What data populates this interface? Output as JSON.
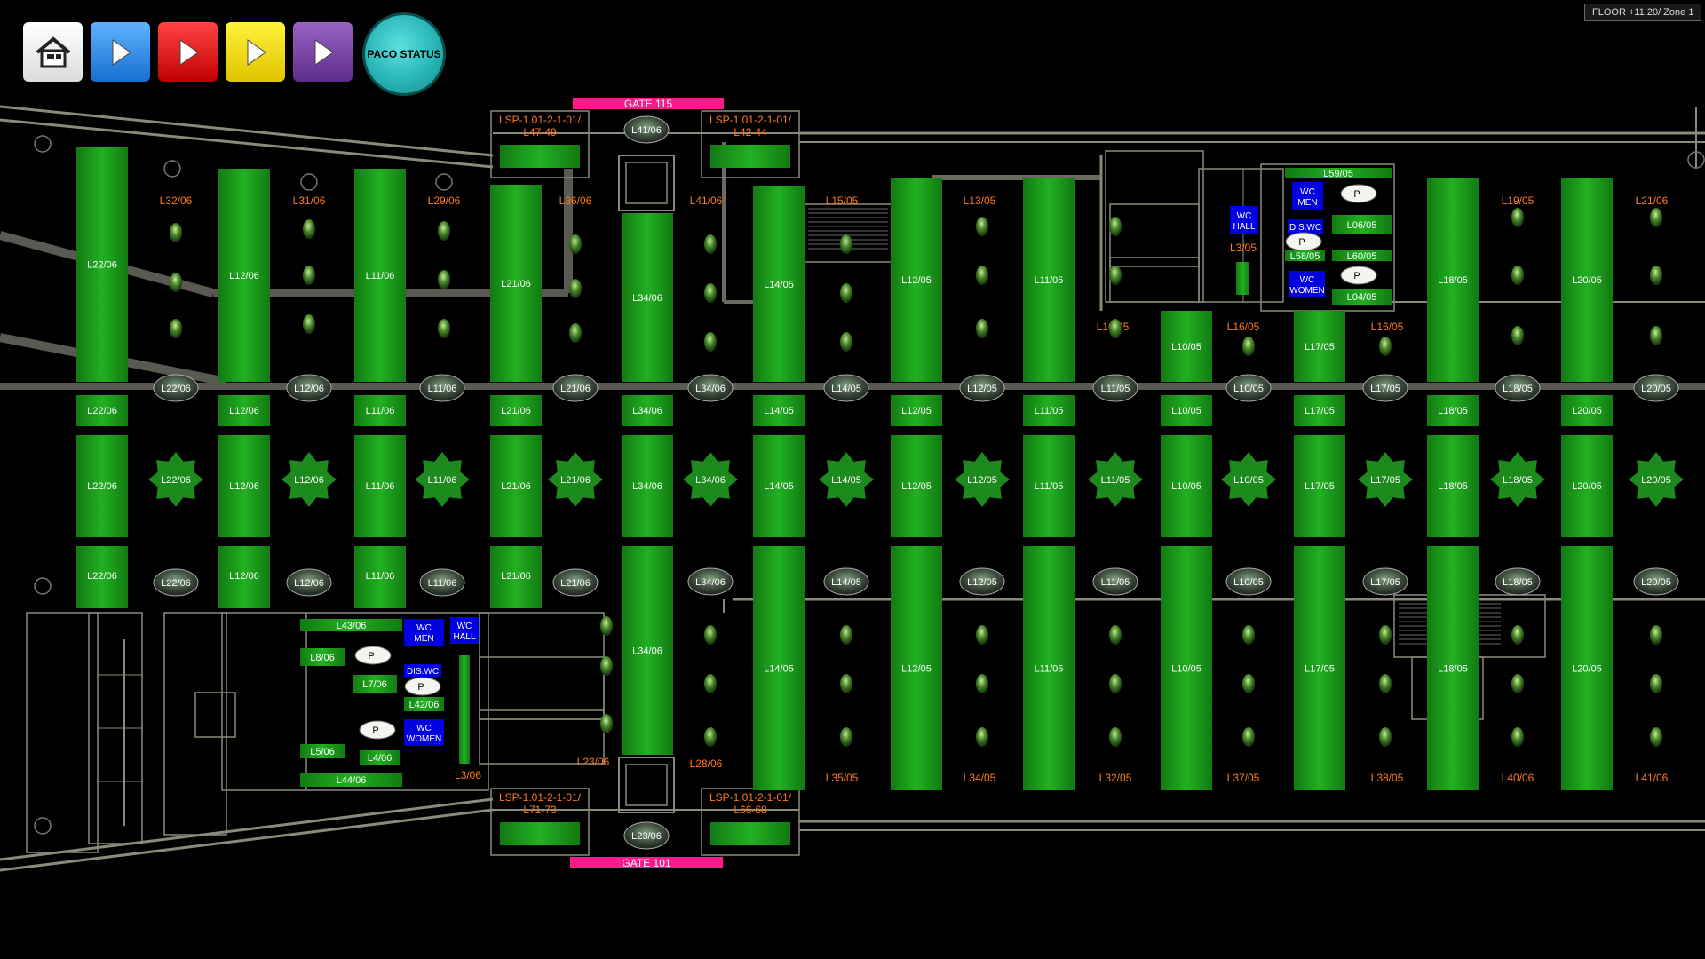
{
  "nav": {
    "paco_status": "PACO STATUS",
    "floor": "FLOOR +11.20/ Zone 1"
  },
  "gates": {
    "top": "GATE 115",
    "bottom": "GATE 101"
  },
  "lsp": {
    "top_left": [
      "LSP-1.01-2-1-01/",
      "L47-49"
    ],
    "top_right": [
      "LSP-1.01-2-1-01/",
      "L42-44"
    ],
    "bottom_left": [
      "LSP-1.01-2-1-01/",
      "L71-73"
    ],
    "bottom_right": [
      "LSP-1.01-2-1-01/",
      "L66-68"
    ]
  },
  "elevator_pods": {
    "top": "L41/06",
    "bottom": "L23/06"
  },
  "columns": [
    {
      "id": "L22/06",
      "top_orange": "L32/06",
      "bottom_orange": ""
    },
    {
      "id": "L12/06",
      "top_orange": "L31/06",
      "bottom_orange": ""
    },
    {
      "id": "L11/06",
      "top_orange": "L29/06",
      "bottom_orange": ""
    },
    {
      "id": "L21/06",
      "top_orange": "L36/06",
      "bottom_orange": ""
    },
    {
      "id": "L34/06",
      "top_orange": "L41/06",
      "bottom_orange": "L28/06"
    },
    {
      "id": "L14/05",
      "top_orange": "L15/05",
      "bottom_orange": "L35/05"
    },
    {
      "id": "L12/05",
      "top_orange": "L13/05",
      "bottom_orange": "L34/05"
    },
    {
      "id": "L11/05",
      "top_orange": "",
      "bottom_orange": "L32/05"
    },
    {
      "id": "L10/05",
      "top_orange": "L16/05",
      "bottom_orange": "L37/05"
    },
    {
      "id": "L17/05",
      "top_orange": "L16/05",
      "bottom_orange": "L38/05"
    },
    {
      "id": "L18/05",
      "top_orange": "L19/05",
      "bottom_orange": "L40/06"
    },
    {
      "id": "L20/05",
      "top_orange": "L21/06",
      "bottom_orange": "L41/06"
    }
  ],
  "extra_orange": {
    "l16_left": "L16/05",
    "l3_05": "L3/05",
    "l23_06": "L23/06",
    "l3_06": "L3/06"
  },
  "corridor_ovals": [
    "L22/06",
    "L12/06",
    "L11/06",
    "L21/06",
    "L34/06",
    "L14/05",
    "L12/05",
    "L11/05",
    "L10/05",
    "L17/05",
    "L18/05",
    "L20/05"
  ],
  "stars": [
    "L22/06",
    "L12/06",
    "L11/06",
    "L21/06",
    "L34/06",
    "L14/05",
    "L12/05",
    "L11/05",
    "L10/05",
    "L17/05",
    "L18/05",
    "L20/05"
  ],
  "lower_ovals": [
    "L22/06",
    "L12/06",
    "L11/06",
    "L21/06",
    "L34/06",
    "L14/05",
    "L12/05",
    "L11/05",
    "L10/05",
    "L17/05",
    "L18/05",
    "L20/05"
  ],
  "wc_right": {
    "l59": "L59/05",
    "l06": "L06/05",
    "l58": "L58/05",
    "l60": "L60/05",
    "l04": "L04/05",
    "wc_men": [
      "WC",
      "MEN"
    ],
    "wc_hall": [
      "WC",
      "HALL"
    ],
    "dis_wc": "DIS.WC",
    "wc_women": [
      "WC",
      "WOMEN"
    ]
  },
  "wc_left": {
    "l43": "L43/06",
    "l8": "L8/06",
    "l7": "L7/06",
    "l42": "L42/06",
    "l5": "L5/06",
    "l4": "L4/06",
    "l44": "L44/06",
    "wc_men": [
      "WC",
      "MEN"
    ],
    "wc_hall": [
      "WC",
      "HALL"
    ],
    "dis_wc": "DIS.WC",
    "wc_women": [
      "WC",
      "WOMEN"
    ]
  },
  "p_label": "P",
  "colors": {
    "green": "#1f9e1f",
    "orange": "#ff7a1a",
    "gate": "#ff1a8c",
    "blue": "#0000e0"
  }
}
